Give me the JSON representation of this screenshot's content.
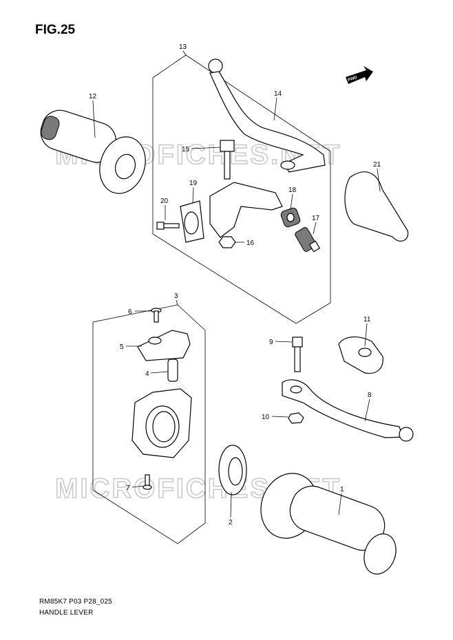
{
  "figure": {
    "title": "FIG.25",
    "code": "RM85K7 P03 P28_025",
    "name": "HANDLE LEVER",
    "fwd_label": "FWD"
  },
  "watermark": {
    "text": "MICROFICHES.NET"
  },
  "callouts": [
    "1",
    "2",
    "3",
    "4",
    "5",
    "6",
    "7",
    "8",
    "9",
    "10",
    "11",
    "12",
    "13",
    "14",
    "15",
    "16",
    "17",
    "18",
    "19",
    "20",
    "21"
  ],
  "colors": {
    "ink": "#000000",
    "shade": "#7a7a7a",
    "watermark": "#c9c9c9"
  }
}
